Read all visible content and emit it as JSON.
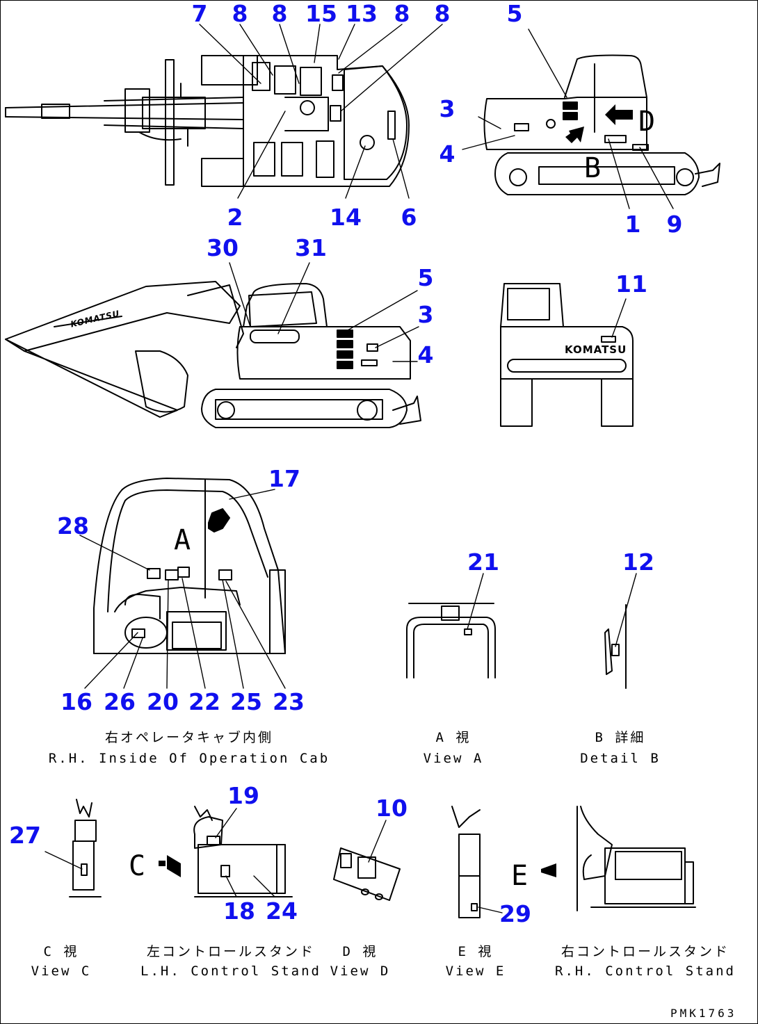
{
  "diagram_id": "PMK1763",
  "colors": {
    "callout": "#1010ee",
    "line": "#000000"
  },
  "callouts": [
    {
      "id": "c7a",
      "text": "7"
    },
    {
      "id": "c8a",
      "text": "8"
    },
    {
      "id": "c8b",
      "text": "8"
    },
    {
      "id": "c15",
      "text": "15"
    },
    {
      "id": "c13",
      "text": "13"
    },
    {
      "id": "c8c",
      "text": "8"
    },
    {
      "id": "c8d",
      "text": "8"
    },
    {
      "id": "c5a",
      "text": "5"
    },
    {
      "id": "c3a",
      "text": "3"
    },
    {
      "id": "c4a",
      "text": "4"
    },
    {
      "id": "c2",
      "text": "2"
    },
    {
      "id": "c14",
      "text": "14"
    },
    {
      "id": "c6",
      "text": "6"
    },
    {
      "id": "c1",
      "text": "1"
    },
    {
      "id": "c9",
      "text": "9"
    },
    {
      "id": "c30",
      "text": "30"
    },
    {
      "id": "c31",
      "text": "31"
    },
    {
      "id": "c5b",
      "text": "5"
    },
    {
      "id": "c3b",
      "text": "3"
    },
    {
      "id": "c4b",
      "text": "4"
    },
    {
      "id": "c11",
      "text": "11"
    },
    {
      "id": "c17",
      "text": "17"
    },
    {
      "id": "c28",
      "text": "28"
    },
    {
      "id": "c21",
      "text": "21"
    },
    {
      "id": "c12",
      "text": "12"
    },
    {
      "id": "c16",
      "text": "16"
    },
    {
      "id": "c26",
      "text": "26"
    },
    {
      "id": "c20",
      "text": "20"
    },
    {
      "id": "c22",
      "text": "22"
    },
    {
      "id": "c25",
      "text": "25"
    },
    {
      "id": "c23",
      "text": "23"
    },
    {
      "id": "c27",
      "text": "27"
    },
    {
      "id": "c19",
      "text": "19"
    },
    {
      "id": "c10",
      "text": "10"
    },
    {
      "id": "c18",
      "text": "18"
    },
    {
      "id": "c24",
      "text": "24"
    },
    {
      "id": "c29",
      "text": "29"
    }
  ],
  "view_letters": [
    {
      "id": "lD",
      "text": "D"
    },
    {
      "id": "lB",
      "text": "B"
    },
    {
      "id": "lA",
      "text": "A"
    },
    {
      "id": "lC",
      "text": "C"
    },
    {
      "id": "lE",
      "text": "E"
    }
  ],
  "captions": [
    {
      "id": "cab",
      "ja": "右オペレータキャブ内側",
      "en": "R.H. Inside Of Operation Cab"
    },
    {
      "id": "viewA",
      "ja": "A 視",
      "en": "View A"
    },
    {
      "id": "detB",
      "ja": "B 詳細",
      "en": "Detail B"
    },
    {
      "id": "viewC",
      "ja": "C 視",
      "en": "View C"
    },
    {
      "id": "lhcs",
      "ja": "左コントロールスタンド",
      "en": "L.H. Control Stand"
    },
    {
      "id": "viewD",
      "ja": "D 視",
      "en": "View D"
    },
    {
      "id": "viewE",
      "ja": "E 視",
      "en": "View E"
    },
    {
      "id": "rhcs",
      "ja": "右コントロールスタンド",
      "en": "R.H. Control Stand"
    }
  ],
  "decals": {
    "brand": "KOMATSU"
  }
}
